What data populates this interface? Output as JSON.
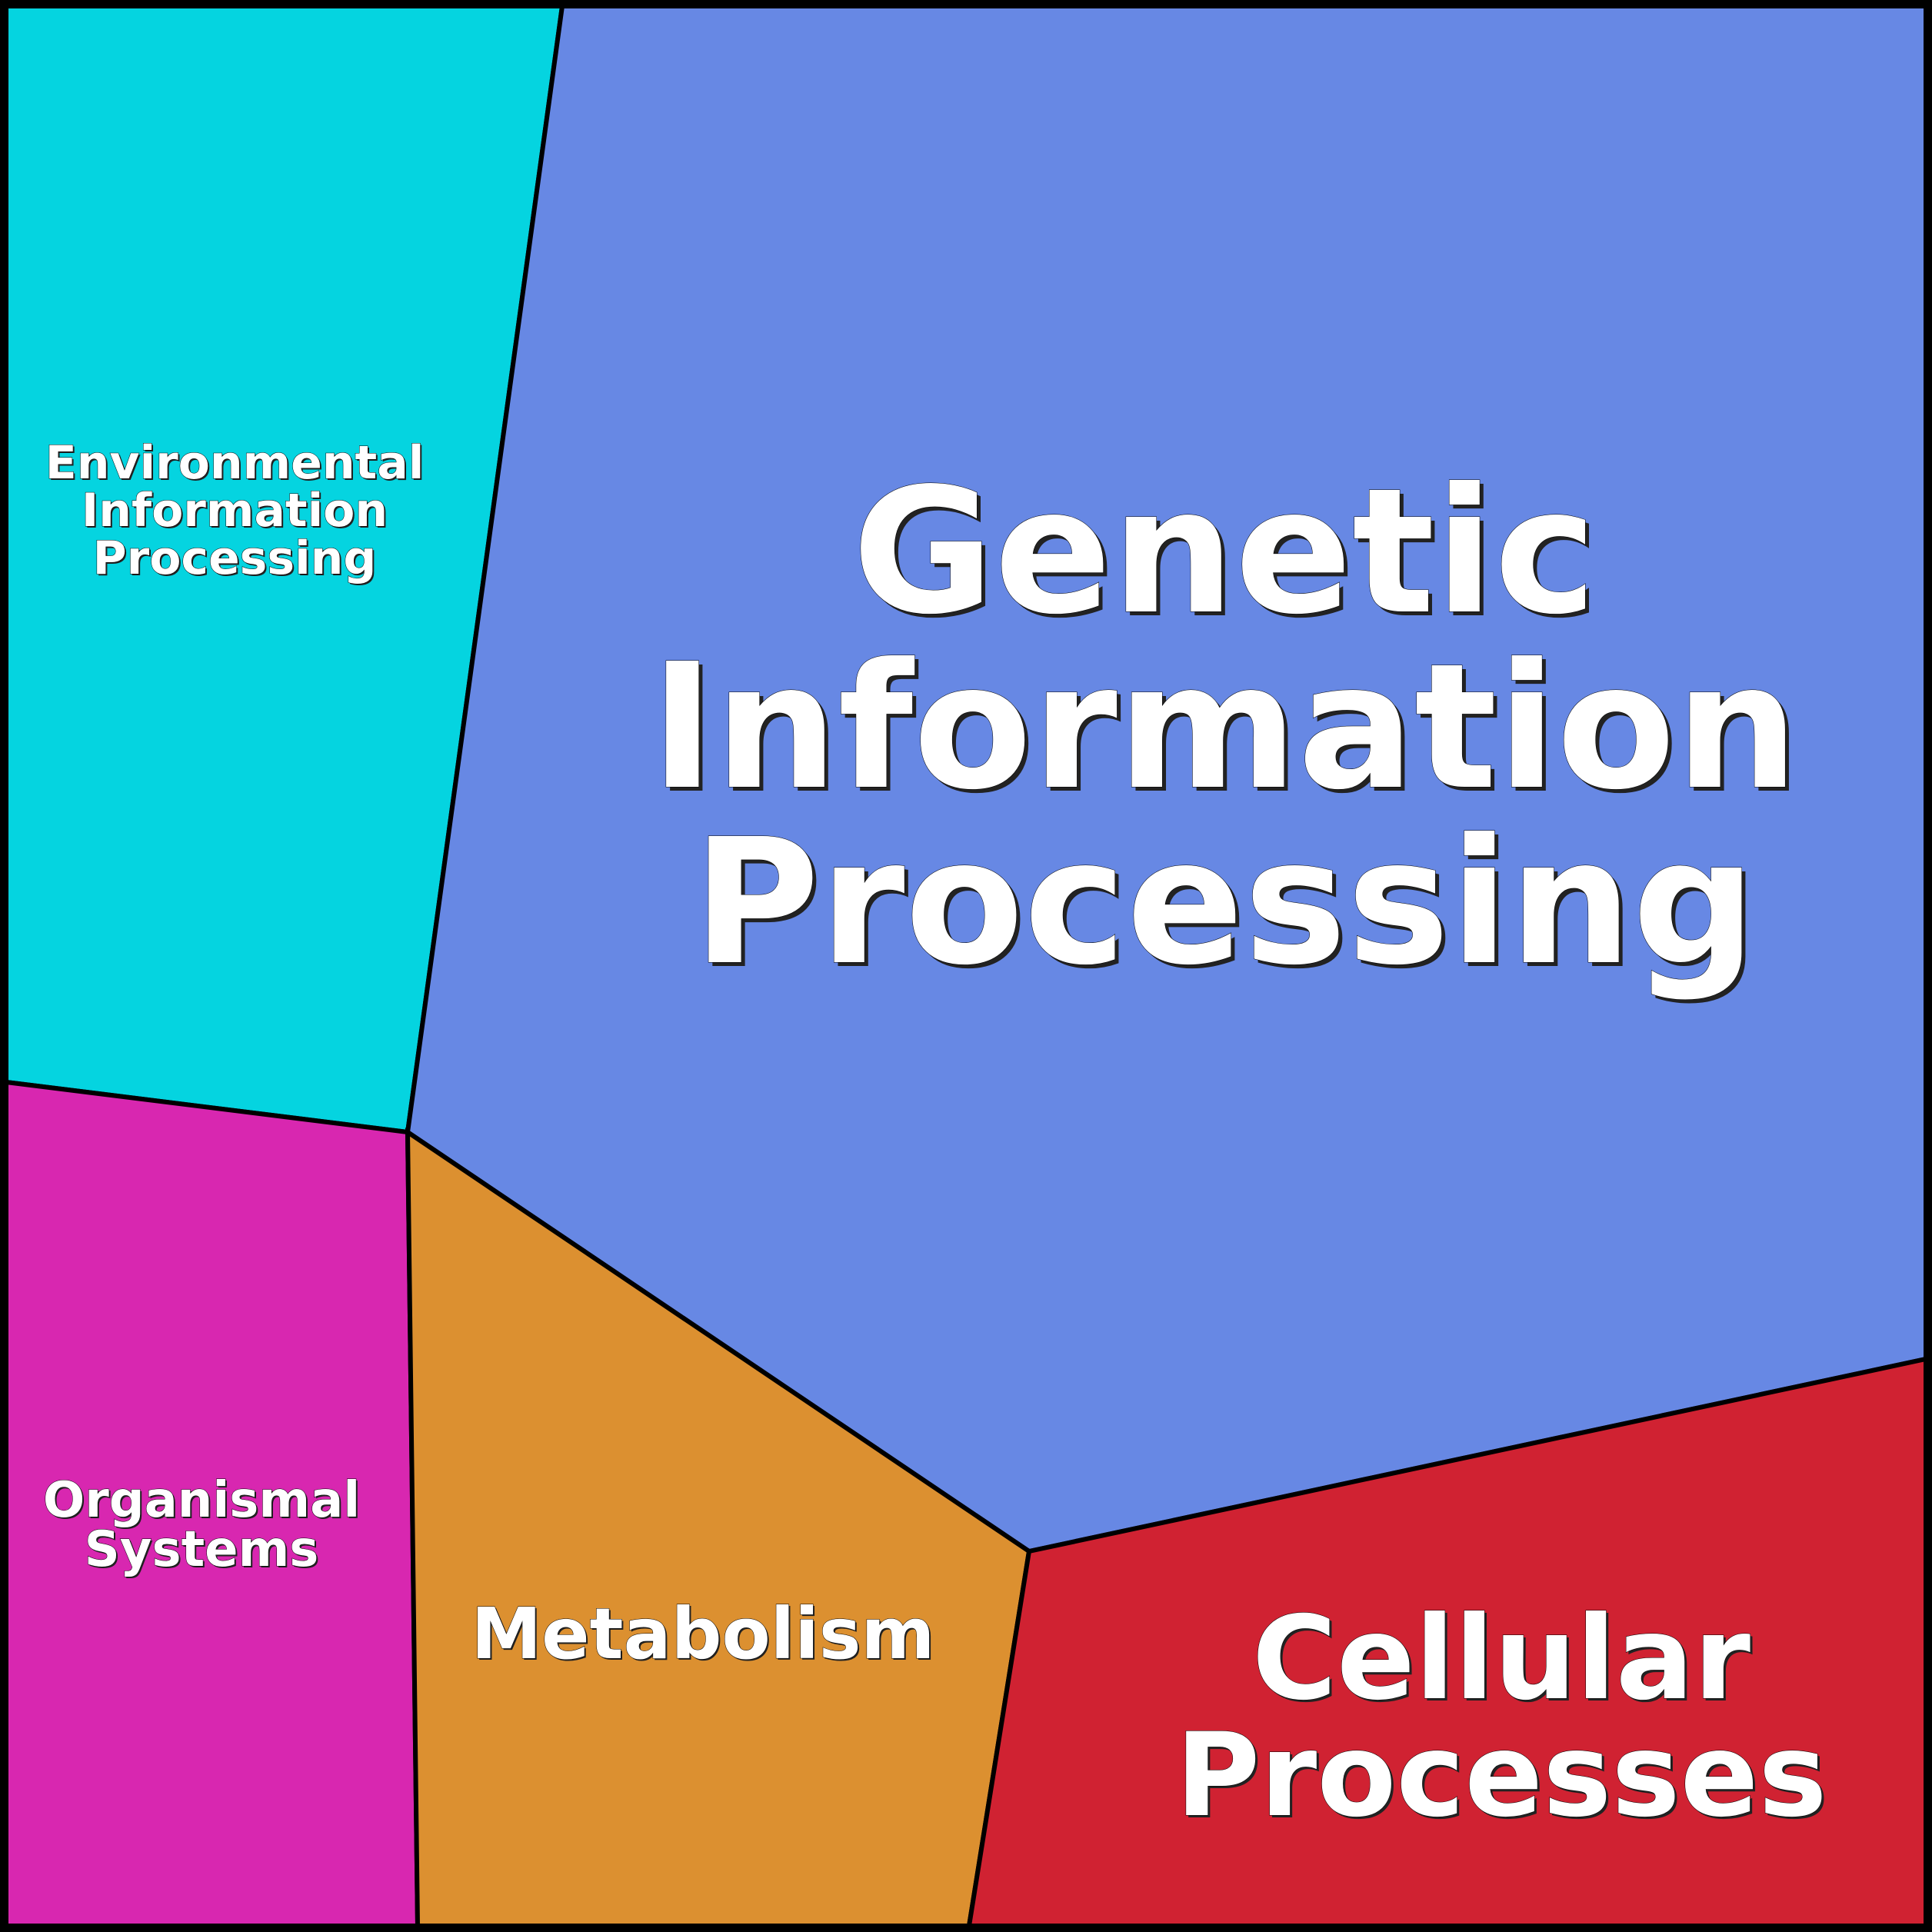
{
  "diagram": {
    "type": "voronoi-treemap",
    "regions": [
      {
        "id": "environmental",
        "lines": [
          "Environmental",
          "Information",
          "Processing"
        ],
        "color": "#05d4e0"
      },
      {
        "id": "genetic",
        "lines": [
          "Genetic",
          "Information",
          "Processing"
        ],
        "color": "#6788e4"
      },
      {
        "id": "organismal",
        "lines": [
          "Organismal",
          "Systems"
        ],
        "color": "#d827b0"
      },
      {
        "id": "metabolism",
        "lines": [
          "Metabolism"
        ],
        "color": "#dc9030"
      },
      {
        "id": "cellular",
        "lines": [
          "Cellular",
          "Processes"
        ],
        "color": "#d02232"
      }
    ],
    "border_color": "#000000",
    "text_color": "#ffffff"
  }
}
